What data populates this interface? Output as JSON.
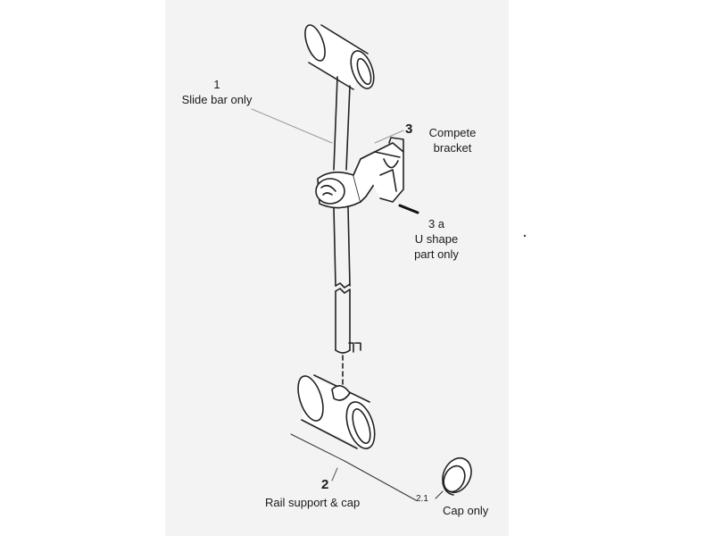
{
  "parts": {
    "slide_bar": {
      "number": "1",
      "label": "Slide bar only"
    },
    "bracket": {
      "number": "3",
      "label_line1": "Compete",
      "label_line2": "bracket"
    },
    "u_part": {
      "number": "3 a",
      "label_line1": "U shape",
      "label_line2": "part only"
    },
    "rail_support": {
      "number": "2",
      "label": "Rail support & cap"
    },
    "cap": {
      "number": "2.1",
      "label": "Cap only"
    }
  }
}
